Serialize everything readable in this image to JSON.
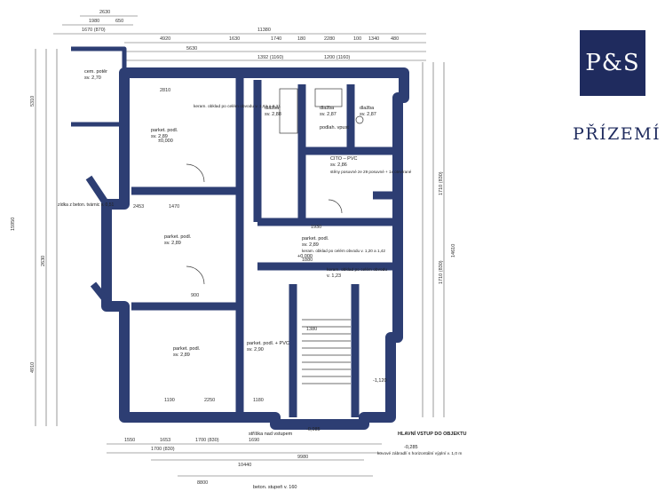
{
  "brand": {
    "logo_text": "P&S",
    "floor_label": "PŘÍZEMÍ"
  },
  "colors": {
    "wall": "#2d3e73",
    "line": "#3b3b3b",
    "dim": "#555555",
    "navy": "#1f2b5e"
  },
  "dimensions": {
    "top_1": "2630",
    "top_2a": "1980",
    "top_2b": "650",
    "top_3": "1670 (870)",
    "top_overall": "11380",
    "top_4a": "4920",
    "top_4b": "1630",
    "top_4c": "1740",
    "top_4d": "180",
    "top_4e": "2280",
    "top_4f": "100",
    "top_4g": "1340",
    "top_4h": "480",
    "top_5a": "5630",
    "top_5b": "1392 (1160)",
    "top_5c": "1200 (1160)",
    "bottom_1a": "1550",
    "bottom_1b": "1653",
    "bottom_1c": "1700 (830)",
    "bottom_1d": "1690",
    "bottom_2": "1700 (830)",
    "bottom_3": "10440",
    "bottom_4": "8800",
    "bottom_5": "9980",
    "left_overall": "15950",
    "left_a": "5310",
    "left_b": "4910",
    "left_c": "2630",
    "right_overall": "14610",
    "right_a": "1710 (830)",
    "right_b": "1710 (830)",
    "wall_w1": "1190",
    "wall_w2": "2250",
    "wall_w3": "1180",
    "wall_w4": "2453",
    "wall_w5": "900",
    "wall_w6": "2810",
    "wall_w7": "1470",
    "wall_w8": "1880",
    "wall_w9": "1930",
    "wall_w10": "1380"
  },
  "rooms": [
    {
      "name": "cem. potěr",
      "area": "sv. 2,70"
    },
    {
      "name": "parket. podl.",
      "area": "sv. 2,89",
      "extra": "keram. obklad po celém obvodu v. 1,61 a 2,21"
    },
    {
      "name": "dlažba",
      "area": "sv. 2,88"
    },
    {
      "name": "dlažba",
      "area": "sv. 2,87"
    },
    {
      "name": "dlažba",
      "area": "sv. 2,87"
    },
    {
      "name": "podlah. vpust",
      "area": ""
    },
    {
      "name": "CITO – PVC",
      "area": "sv. 2,86",
      "extra": "stěny posuvné ze 29 posuvné + 1x otevírané"
    },
    {
      "name": "parket. podl.",
      "area": "sv. 2,89"
    },
    {
      "name": "parket. podl.",
      "area": "sv. 2,89",
      "extra": "keram. obklad po celém obvodu v. 1,20 a 1,42"
    },
    {
      "name": "parket. podl.",
      "area": "sv. 2,89"
    },
    {
      "name": "parket. podl. + PVC",
      "area": "sv. 2,90"
    },
    {
      "name": "keram. obklad po celém obvodu",
      "area": "v. 1,23"
    }
  ],
  "annotations": {
    "wall_note": "zídka z beton. tvárnic v. 0,51",
    "entrance": "HLAVNÍ VSTUP DO OBJEKTU",
    "entrance_level": "-0,285",
    "roof_note": "stříška nad vstupem",
    "metal_note": "kovové zábradlí s horizontální výplní v. 1,0 m",
    "betpiece": "beton. stupeň v. 160",
    "lh": "±0,000",
    "mark1": "+0,000",
    "mark2": "-0,085",
    "mark3": "-1,120"
  }
}
